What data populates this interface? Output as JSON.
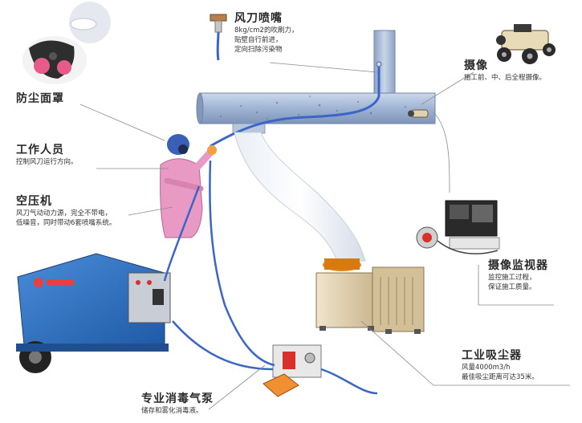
{
  "labels": {
    "nozzle": {
      "title": "风刀喷嘴",
      "lines": [
        "8kg/cm2的吹刷力，",
        "贴壁自行前进，",
        "定向扫除污染物"
      ]
    },
    "camera": {
      "title": "摄像",
      "lines": [
        "施工前、中、后全程摄像。"
      ]
    },
    "mask": {
      "title": "防尘面罩",
      "lines": []
    },
    "worker": {
      "title": "工作人员",
      "lines": [
        "控制风刀运行方向。"
      ]
    },
    "compressor": {
      "title": "空压机",
      "lines": [
        "风刀气动动力源，完全不带电，",
        "低噪音，同时带动6套喷嘴系统。"
      ]
    },
    "monitor": {
      "title": "摄像监视器",
      "lines": [
        "监控施工过程，",
        "保证施工质量。"
      ]
    },
    "dust_collector": {
      "title": "工业吸尘器",
      "lines": [
        "风量4000m3/h",
        "最佳吸尘距离可达35米。"
      ]
    },
    "pump": {
      "title": "专业消毒气泵",
      "lines": [
        "储存和雾化消毒液。"
      ]
    }
  },
  "colors": {
    "duct": "#9fb4d3",
    "hose": "#3a66c9",
    "compressor": "#2c6fc0",
    "collector": "#d9c9a8",
    "worker": "#e89ac4",
    "leader": "#7a7a7a"
  }
}
